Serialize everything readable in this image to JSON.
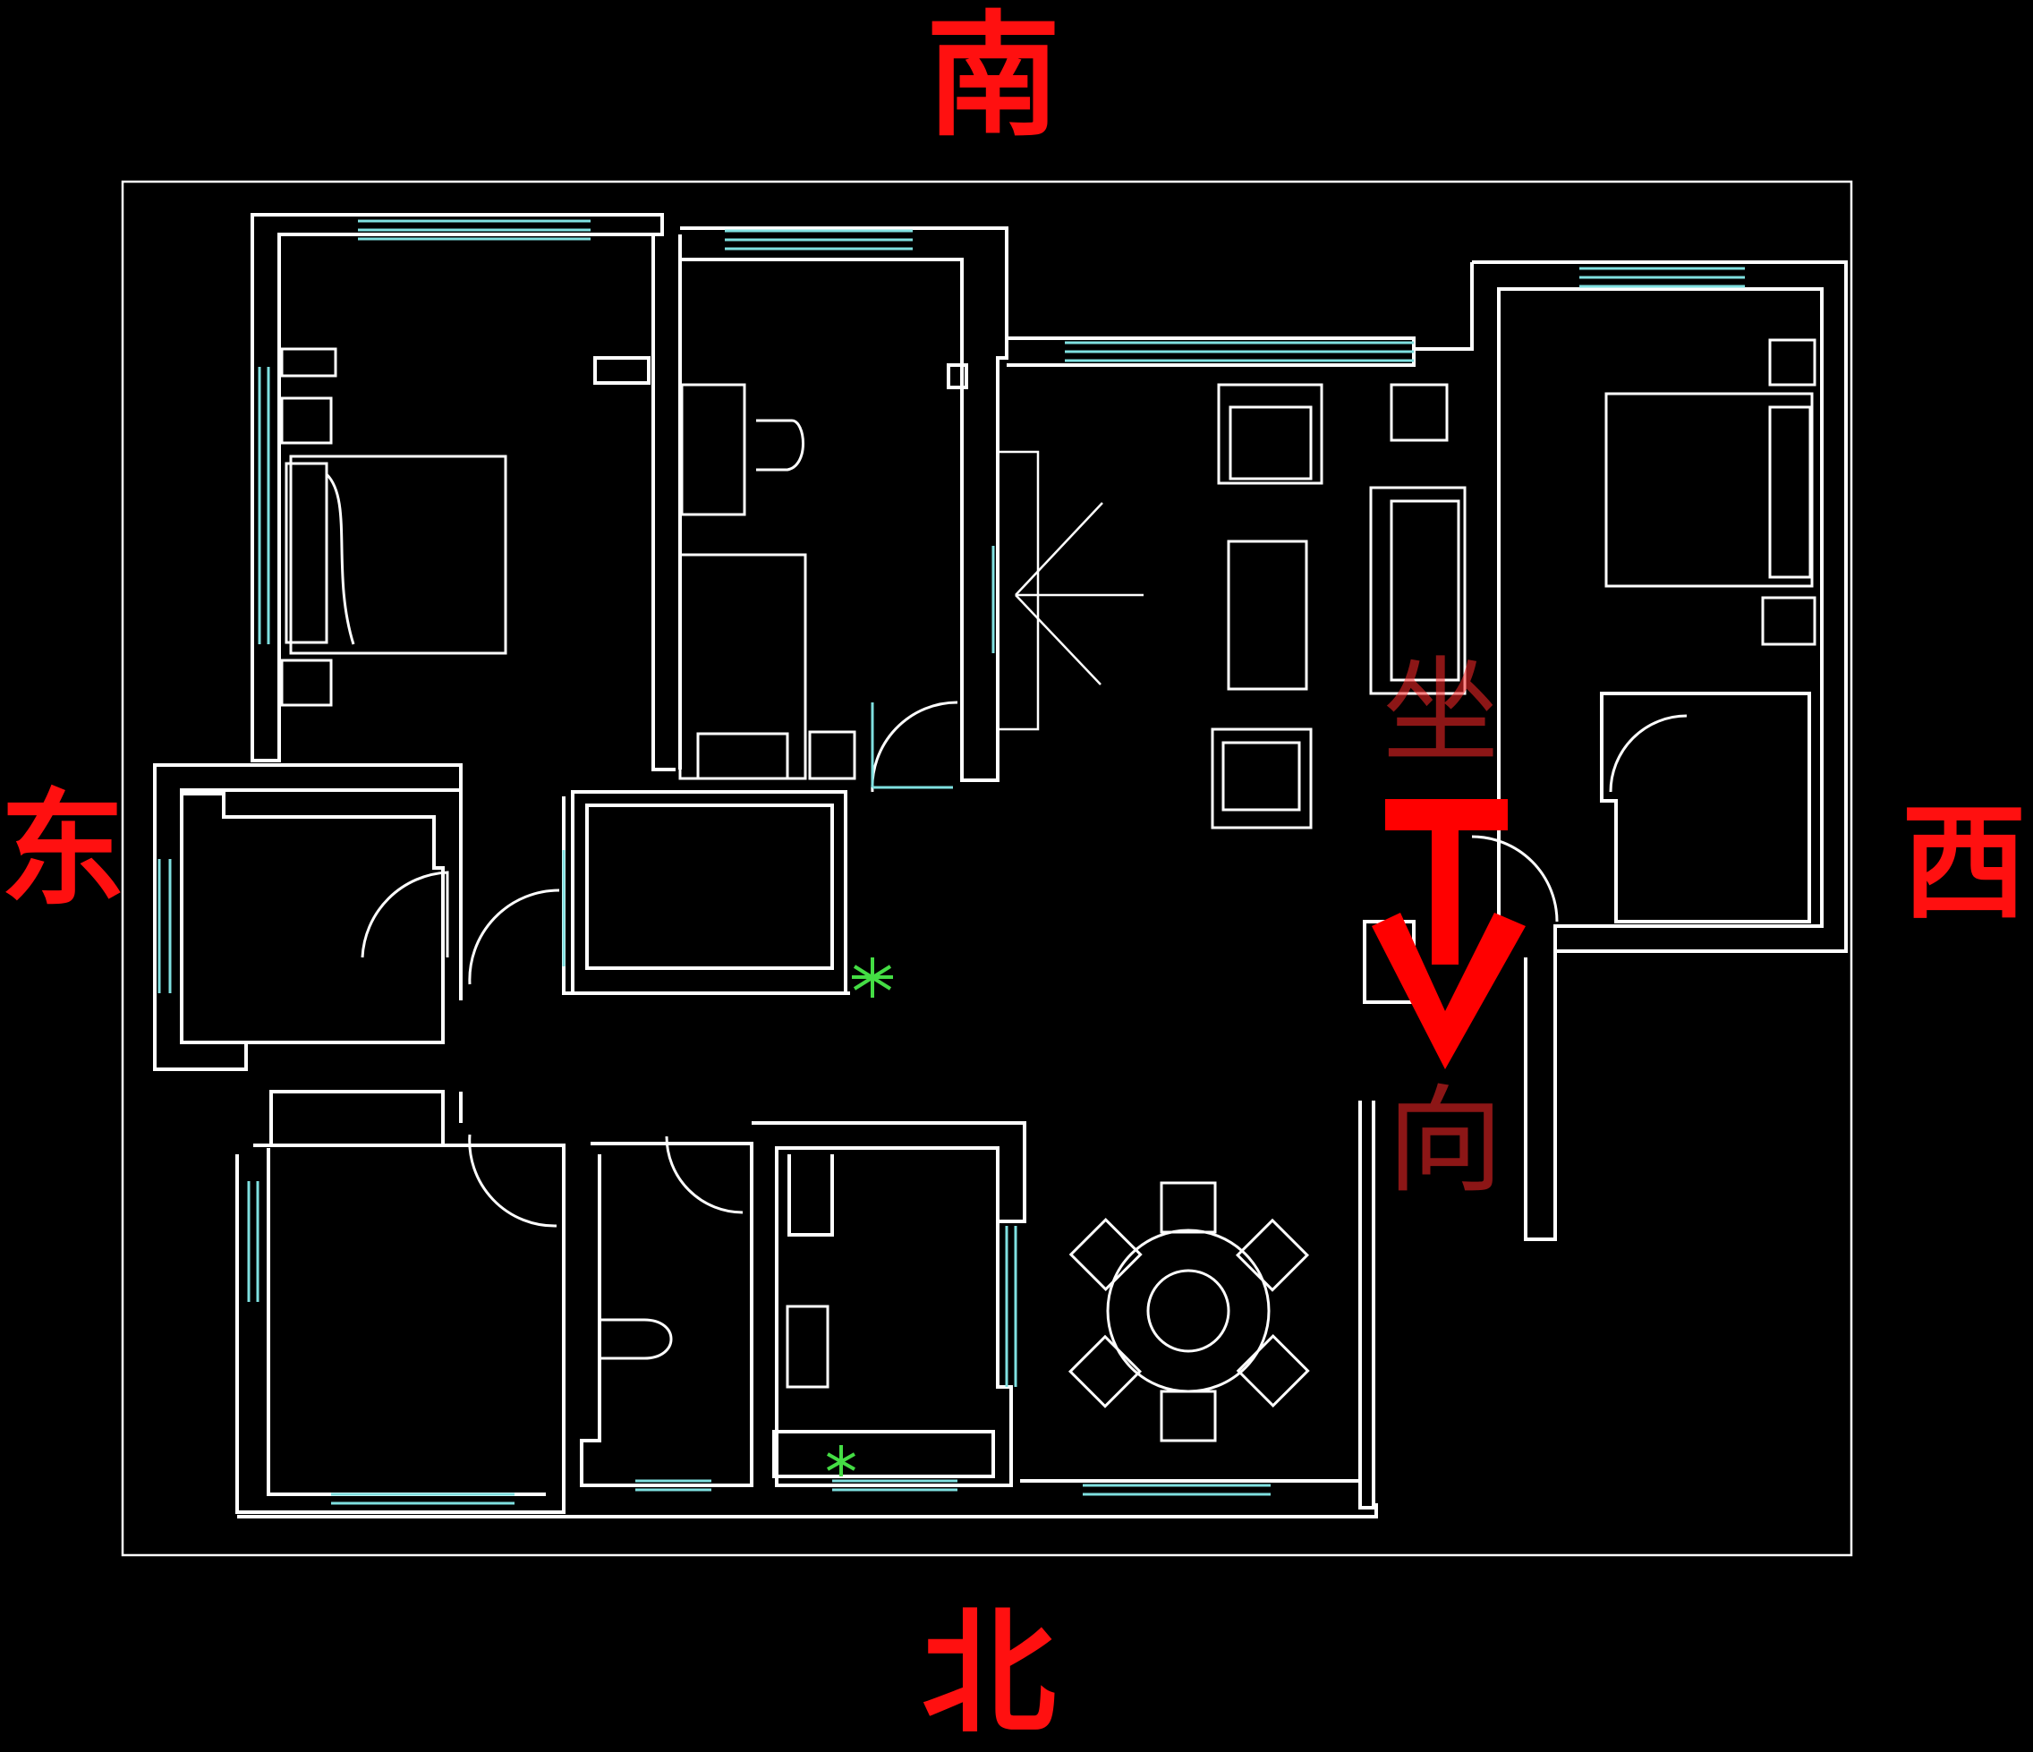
{
  "compass": {
    "south": "南",
    "north": "北",
    "east": "东",
    "west": "西"
  },
  "orientation": {
    "sit": "坐",
    "face": "向"
  },
  "colors": {
    "background": "#000000",
    "walls": "#ffffff",
    "windows": "#7fe0e0",
    "compass_text": "#ff1010",
    "arrow": "#ff0000",
    "plant": "#44dd44"
  },
  "icons": [
    "compass-arrow-icon",
    "plant-icon",
    "bed-icon",
    "sofa-icon",
    "dining-table-icon",
    "toilet-icon",
    "entrance-door-icon"
  ]
}
